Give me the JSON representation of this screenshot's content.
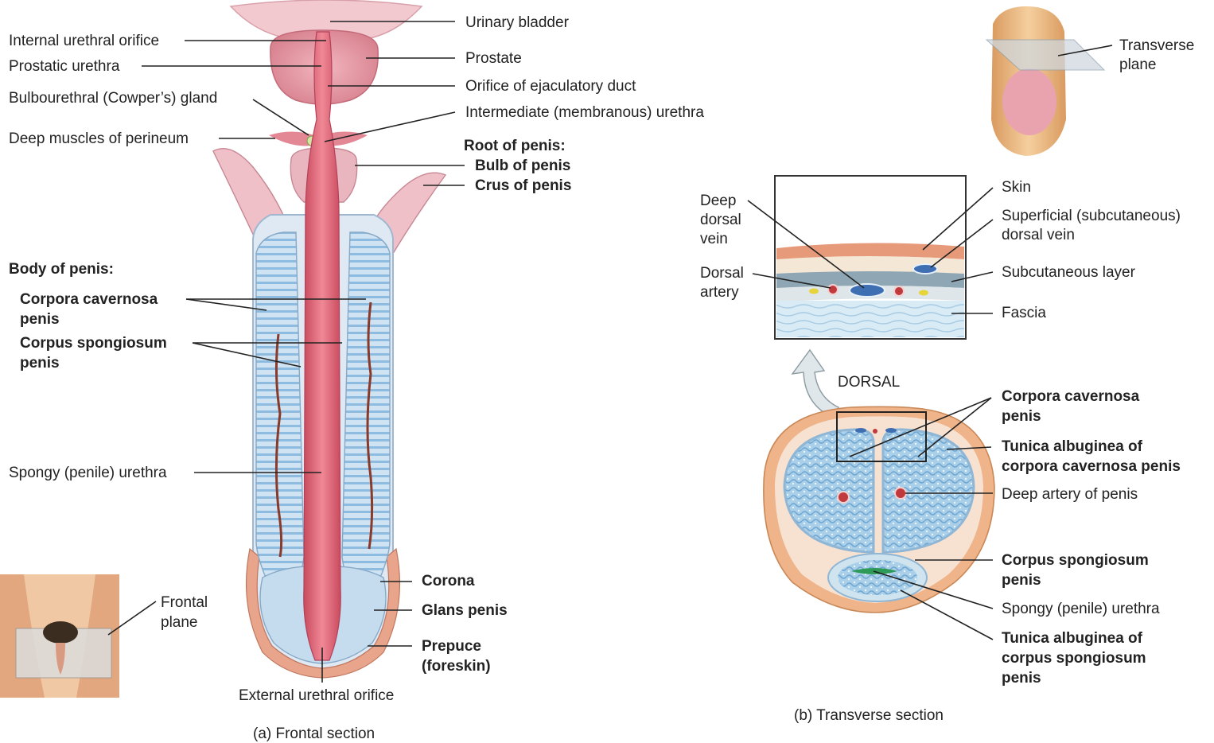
{
  "frontal_section": {
    "labels": {
      "urinary_bladder": "Urinary bladder",
      "internal_urethral_orifice": "Internal urethral orifice",
      "prostate": "Prostate",
      "prostatic_urethra": "Prostatic urethra",
      "orifice_ejaculatory_duct": "Orifice of ejaculatory duct",
      "bulbourethral_gland": "Bulbourethral (Cowper’s) gland",
      "intermediate_urethra": "Intermediate (membranous) urethra",
      "deep_muscles_perineum": "Deep muscles of perineum",
      "root_of_penis": "Root of penis:",
      "bulb_of_penis": "Bulb of penis",
      "crus_of_penis": "Crus of penis",
      "body_of_penis": "Body of penis:",
      "corpora_cavernosa_1": "Corpora cavernosa",
      "corpora_cavernosa_2": "penis",
      "corpus_spongiosum_1": "Corpus spongiosum",
      "corpus_spongiosum_2": "penis",
      "spongy_urethra": "Spongy (penile) urethra",
      "corona": "Corona",
      "glans_penis": "Glans penis",
      "prepuce_1": "Prepuce",
      "prepuce_2": "(foreskin)",
      "external_urethral_orifice": "External urethral orifice",
      "frontal_plane_1": "Frontal",
      "frontal_plane_2": "plane"
    },
    "caption": "(a) Frontal section"
  },
  "transverse_section": {
    "labels": {
      "transverse_plane_1": "Transverse",
      "transverse_plane_2": "plane",
      "skin": "Skin",
      "deep_dorsal_vein_1": "Deep",
      "deep_dorsal_vein_2": "dorsal",
      "deep_dorsal_vein_3": "vein",
      "superficial_vein_1": "Superficial (subcutaneous)",
      "superficial_vein_2": "dorsal vein",
      "dorsal_artery_1": "Dorsal",
      "dorsal_artery_2": "artery",
      "subcutaneous_layer": "Subcutaneous layer",
      "fascia": "Fascia",
      "dorsal": "DORSAL",
      "corpora_cavernosa_1": "Corpora cavernosa",
      "corpora_cavernosa_2": "penis",
      "tunica_cc_1": "Tunica albuginea of",
      "tunica_cc_2": "corpora cavernosa penis",
      "deep_artery": "Deep artery of penis",
      "corpus_spongiosum_1": "Corpus spongiosum",
      "corpus_spongiosum_2": "penis",
      "spongy_urethra": "Spongy (penile) urethra",
      "tunica_cs_1": "Tunica albuginea of",
      "tunica_cs_2": "corpus spongiosum",
      "tunica_cs_3": "penis"
    },
    "caption": "(b) Transverse section"
  },
  "colors": {
    "tissue_pink": "#e79aa3",
    "urethra_red": "#d9586a",
    "cavernosa_blue": "#bcd9ee",
    "skin_tan": "#f0c08a",
    "vein_blue": "#3f6fb3",
    "artery_red": "#c0393c",
    "urethra_green": "#2e9a58"
  }
}
